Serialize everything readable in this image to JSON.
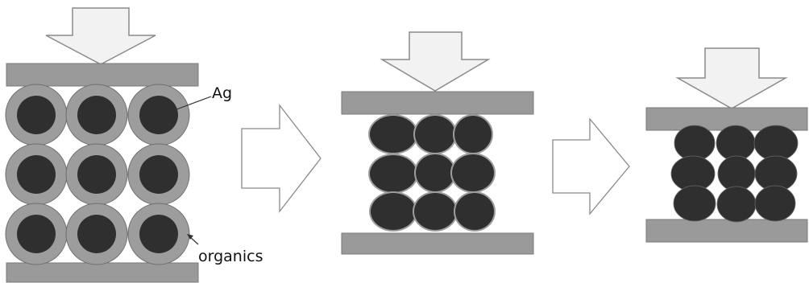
{
  "labels": {
    "silver": "Ag",
    "organics": "organics"
  },
  "colors": {
    "plate": "#9a9a9a",
    "plate_stroke": "#7a7a7a",
    "shell": "#9d9d9d",
    "core": "#2f2f2f",
    "press_arrow_fill": "#f2f2f2",
    "arrow_stroke": "#8a8a8a",
    "step_arrow_fill": "#ffffff"
  },
  "stages": [
    {
      "stage": 1,
      "grid": "3x3",
      "shells_visible": true
    },
    {
      "stage": 2,
      "grid": "3x3",
      "shells_visible": "thin"
    },
    {
      "stage": 3,
      "grid": "3x3",
      "shells_visible": false
    }
  ]
}
